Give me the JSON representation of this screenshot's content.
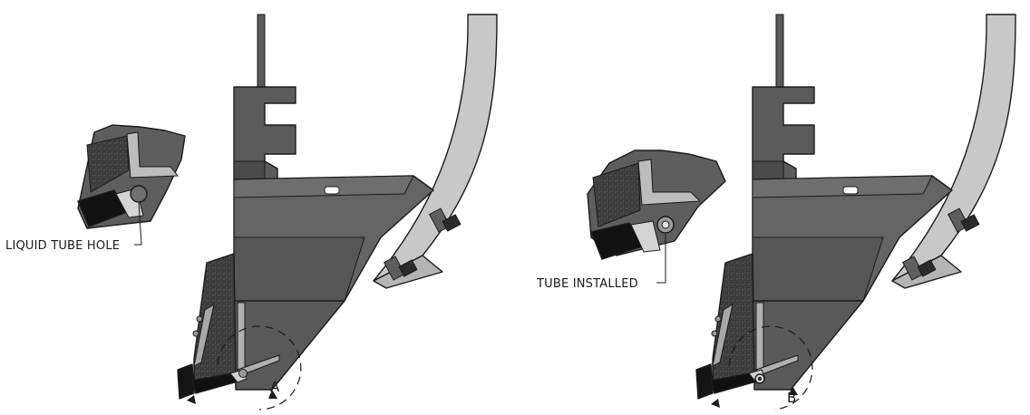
{
  "views": [
    {
      "callout": "LIQUID TUBE HOLE",
      "detail_letter": "A"
    },
    {
      "callout": "TUBE INSTALLED",
      "detail_letter": "B"
    }
  ],
  "colors": {
    "background": "#ffffff",
    "shank": "#c8c8c8",
    "body_dark": "#4d4d4d",
    "body_mid": "#616161",
    "body_light": "#7a7a7a",
    "wear_plate": "#3a3a3a",
    "carbide_tip": "#111111",
    "outline": "#1b1b1b"
  }
}
